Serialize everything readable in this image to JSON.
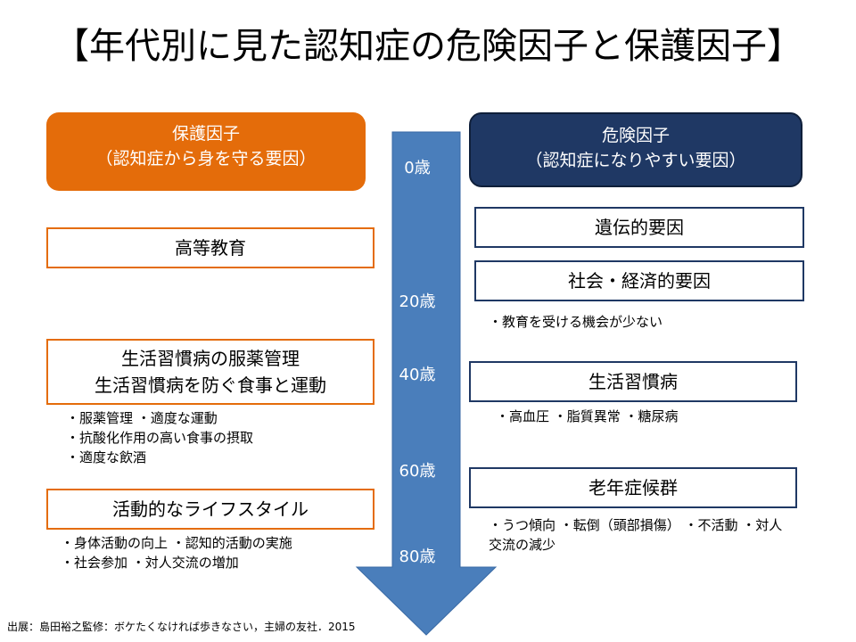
{
  "title": "【年代別に見た認知症の危険因子と保護因子】",
  "protective": {
    "header_line1": "保護因子",
    "header_line2": "（認知症から身を守る要因）",
    "items": [
      {
        "lines": [
          "高等教育"
        ],
        "notes": []
      },
      {
        "lines": [
          "生活習慣病の服薬管理",
          "生活習慣病を防ぐ食事と運動"
        ],
        "notes": [
          "・服薬管理 ・適度な運動",
          "・抗酸化作用の高い食事の摂取",
          "・適度な飲酒"
        ]
      },
      {
        "lines": [
          "活動的なライフスタイル"
        ],
        "notes": [
          "・身体活動の向上 ・認知的活動の実施",
          "・社会参加 ・対人交流の増加"
        ]
      }
    ]
  },
  "risk": {
    "header_line1": "危険因子",
    "header_line2": "（認知症になりやすい要因）",
    "items": [
      {
        "lines": [
          "遺伝的要因"
        ],
        "notes": []
      },
      {
        "lines": [
          "社会・経済的要因"
        ],
        "notes": [
          "・教育を受ける機会が少ない"
        ]
      },
      {
        "lines": [
          "生活習慣病"
        ],
        "notes": [
          "・高血圧 ・脂質異常 ・糖尿病"
        ]
      },
      {
        "lines": [
          "老年症候群"
        ],
        "notes": [
          "・うつ傾向 ・転倒（頭部損傷） ・不活動 ・対人",
          "交流の減少"
        ]
      }
    ]
  },
  "ages": [
    "0歳",
    "20歳",
    "40歳",
    "60歳",
    "80歳"
  ],
  "source": "出展：島田裕之監修：ボケたくなければ歩きなさい，主婦の友社．2015",
  "colors": {
    "protect": "#e46c0a",
    "risk": "#1f3864",
    "arrow": "#4a7ebb"
  }
}
